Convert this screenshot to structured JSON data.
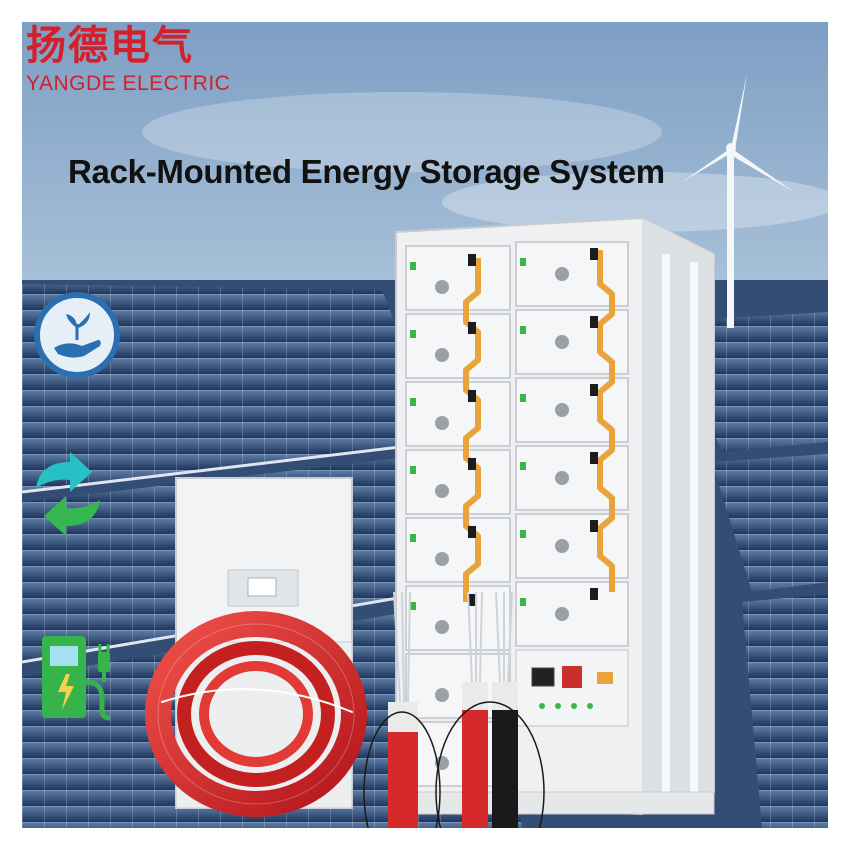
{
  "brand": {
    "chinese_name": "扬德电气",
    "english_name": "YANGDE ELECTRIC",
    "color": "#d3202a"
  },
  "headline": "Rack-Mounted Energy Storage System",
  "icons": [
    {
      "name": "eco-hand-plant-icon",
      "color": "#2a6fb0"
    },
    {
      "name": "recycle-arrows-icon",
      "color": "#2fbf71"
    },
    {
      "name": "ev-charging-station-icon",
      "color": "#36b34a"
    }
  ],
  "product": {
    "rack_modules_per_column": 6,
    "rack_columns": 2,
    "cable_colors": [
      "#d62a2a",
      "#1a1a1a"
    ]
  }
}
